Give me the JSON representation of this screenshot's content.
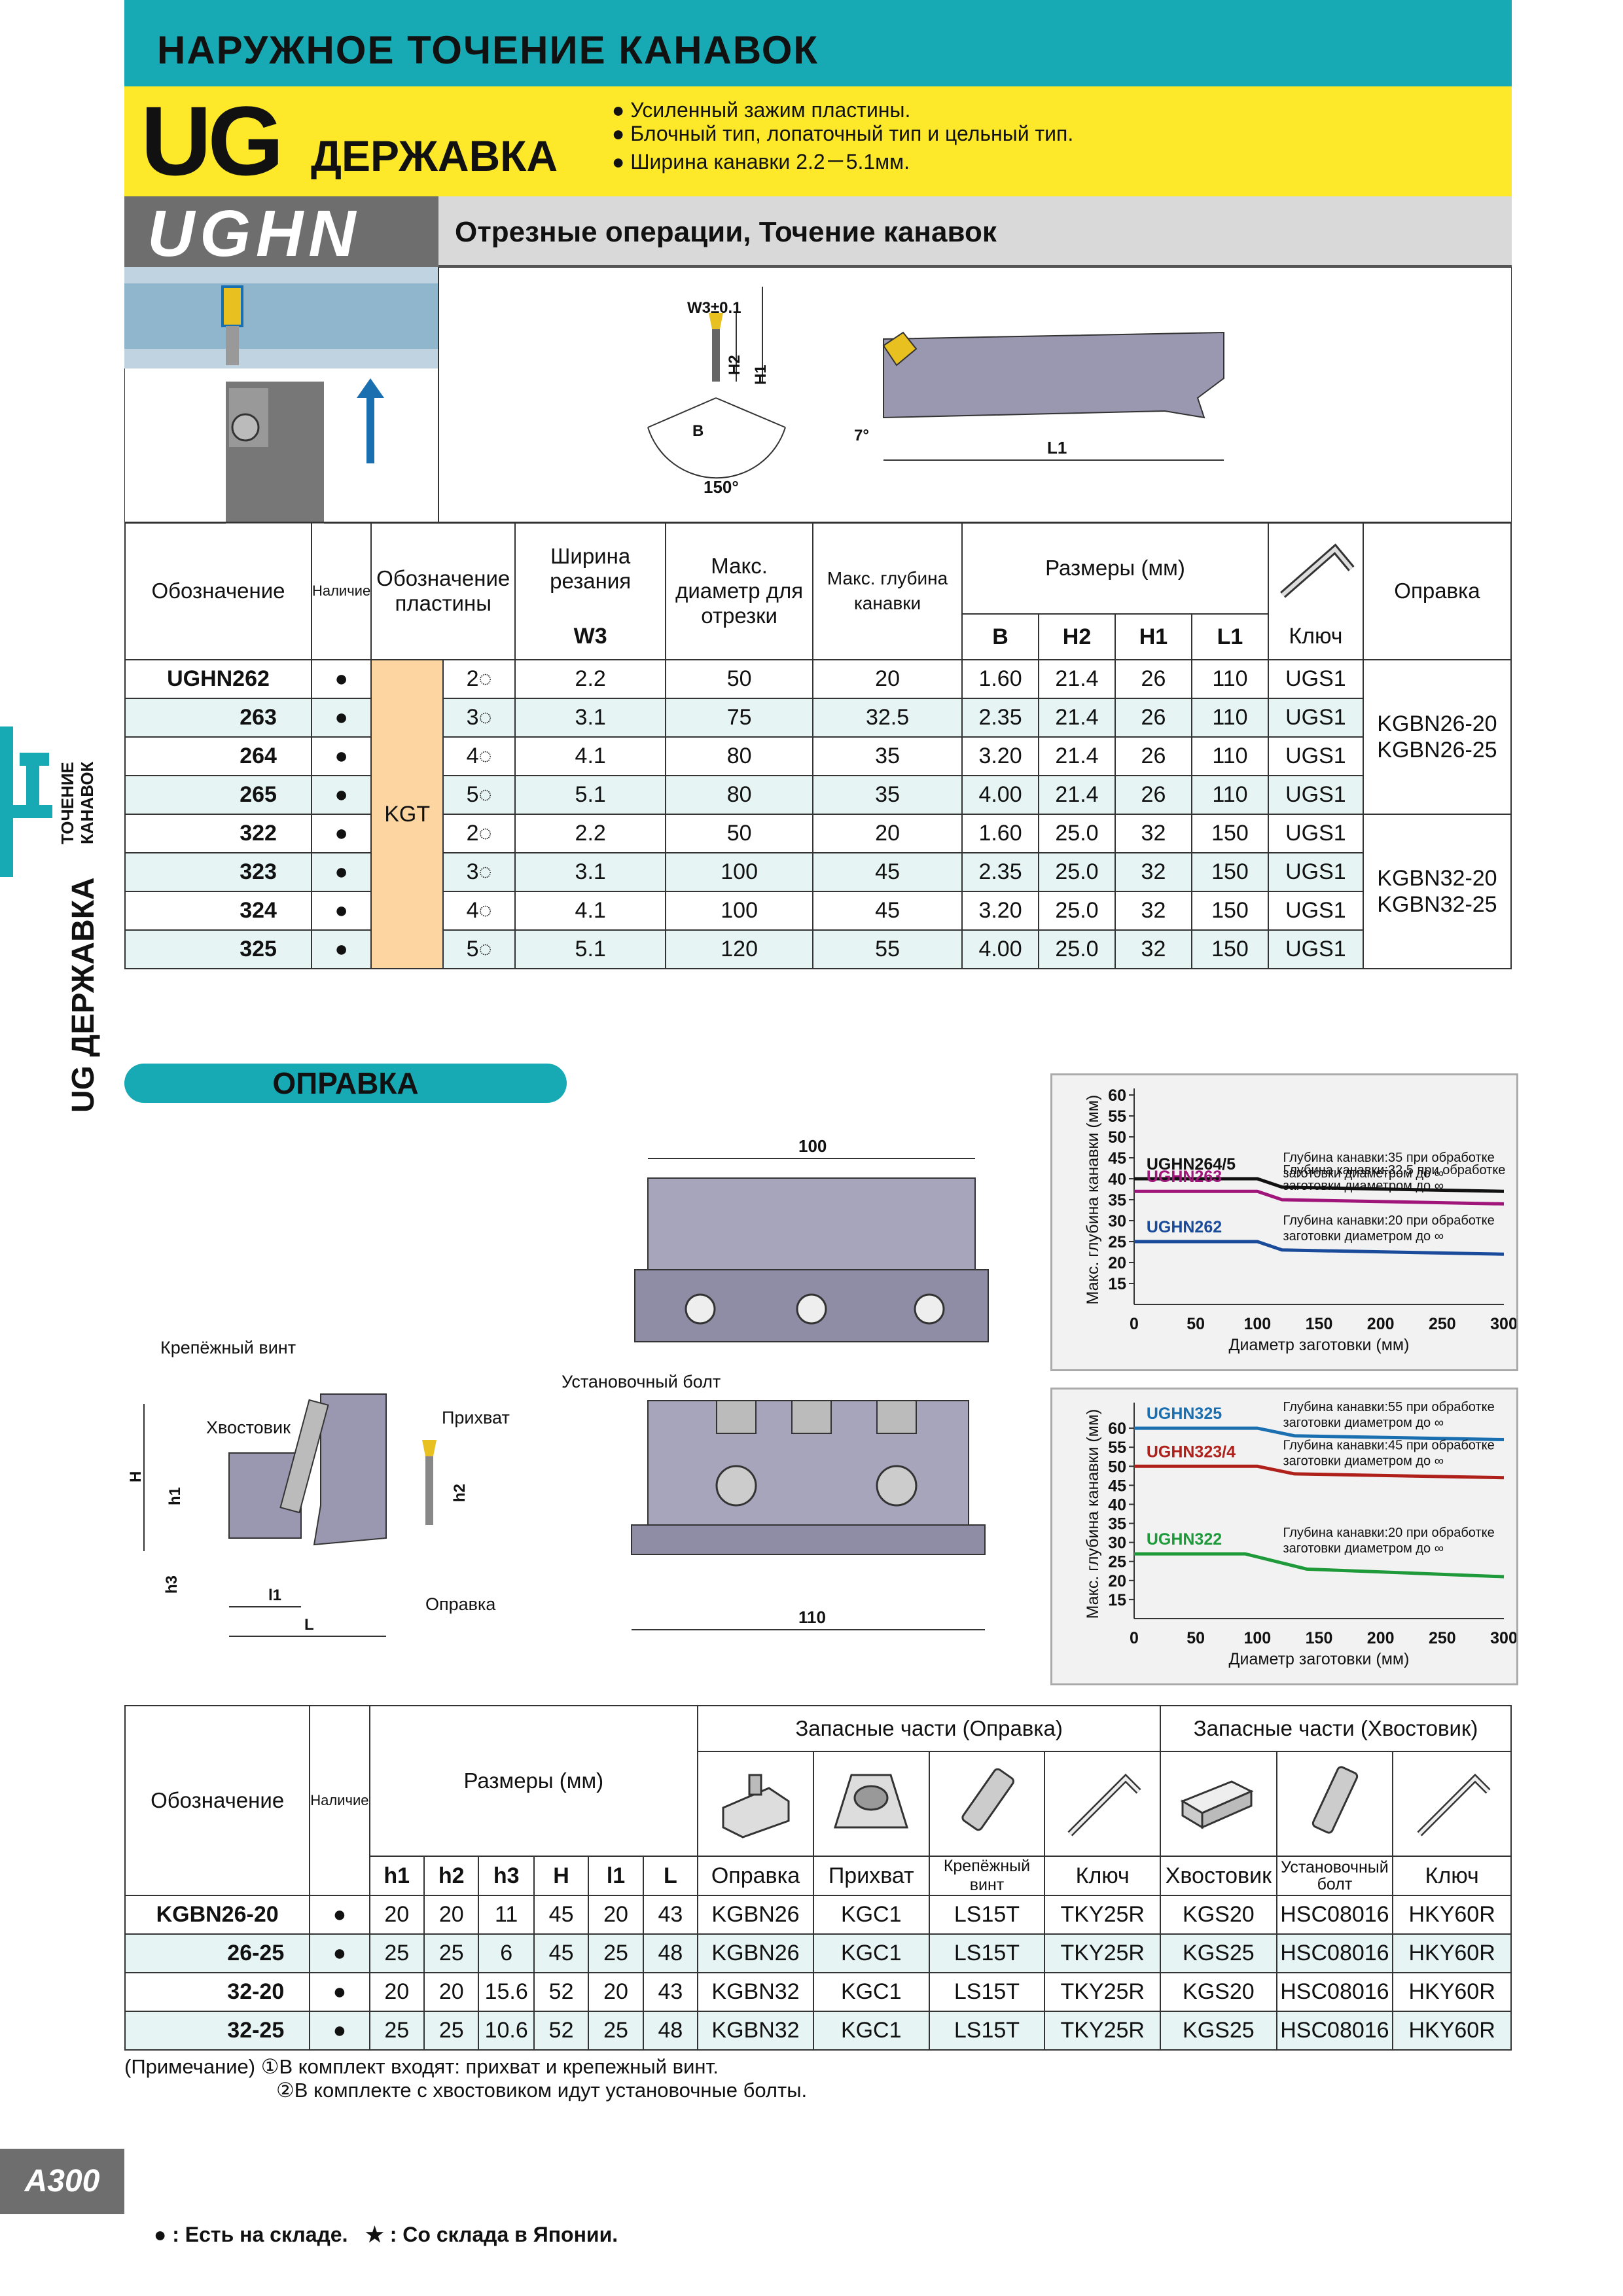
{
  "header": {
    "title": "НАРУЖНОЕ ТОЧЕНИЕ КАНАВОК",
    "ug": "UG",
    "ug_sub": "ДЕРЖАВКА",
    "bullets": [
      "Усиленный зажим пластины.",
      "Блочный тип, лопаточный тип и цельный тип.",
      "Ширина канавки 2.2－5.1мм."
    ],
    "series": "UGHN",
    "desc": "Отрезные операции, Точение канавок"
  },
  "side": {
    "tab1": "ТОЧЕНИЕ КАНАВОК",
    "tab2": "UG ДЕРЖАВКА"
  },
  "fig1": {
    "w3": "W3±0.1",
    "h2": "H2",
    "h1": "H1",
    "b": "B",
    "angle150": "150°",
    "angle7": "7°",
    "l1": "L1"
  },
  "table1": {
    "headers": {
      "designation": "Обозначение",
      "stock": "Наличие",
      "insert": "Обозначение пластины",
      "width": "Ширина резания",
      "w3": "W3",
      "maxdia": "Макс. диаметр для отрезки",
      "maxdepth": "Макс. глубина канавки",
      "dims": "Размеры (мм)",
      "b": "B",
      "h2": "H2",
      "h1": "H1",
      "l1": "L1",
      "key": "Ключ",
      "holder": "Оправка"
    },
    "insert_type": "KGT",
    "rows": [
      {
        "d": "UGHN262",
        "s": "●",
        "i": "2◌",
        "w": "2.2",
        "md": "50",
        "mg": "20",
        "b": "1.60",
        "h2": "21.4",
        "h1": "26",
        "l1": "110",
        "k": "UGS1"
      },
      {
        "d": "263",
        "s": "●",
        "i": "3◌",
        "w": "3.1",
        "md": "75",
        "mg": "32.5",
        "b": "2.35",
        "h2": "21.4",
        "h1": "26",
        "l1": "110",
        "k": "UGS1"
      },
      {
        "d": "264",
        "s": "●",
        "i": "4◌",
        "w": "4.1",
        "md": "80",
        "mg": "35",
        "b": "3.20",
        "h2": "21.4",
        "h1": "26",
        "l1": "110",
        "k": "UGS1"
      },
      {
        "d": "265",
        "s": "●",
        "i": "5◌",
        "w": "5.1",
        "md": "80",
        "mg": "35",
        "b": "4.00",
        "h2": "21.4",
        "h1": "26",
        "l1": "110",
        "k": "UGS1"
      },
      {
        "d": "322",
        "s": "●",
        "i": "2◌",
        "w": "2.2",
        "md": "50",
        "mg": "20",
        "b": "1.60",
        "h2": "25.0",
        "h1": "32",
        "l1": "150",
        "k": "UGS1"
      },
      {
        "d": "323",
        "s": "●",
        "i": "3◌",
        "w": "3.1",
        "md": "100",
        "mg": "45",
        "b": "2.35",
        "h2": "25.0",
        "h1": "32",
        "l1": "150",
        "k": "UGS1"
      },
      {
        "d": "324",
        "s": "●",
        "i": "4◌",
        "w": "4.1",
        "md": "100",
        "mg": "45",
        "b": "3.20",
        "h2": "25.0",
        "h1": "32",
        "l1": "150",
        "k": "UGS1"
      },
      {
        "d": "325",
        "s": "●",
        "i": "5◌",
        "w": "5.1",
        "md": "120",
        "mg": "55",
        "b": "4.00",
        "h2": "25.0",
        "h1": "32",
        "l1": "150",
        "k": "UGS1"
      }
    ],
    "holder1": "KGBN26-20\nKGBN26-25",
    "holder2": "KGBN32-20\nKGBN32-25"
  },
  "oprav": {
    "title": "ОПРАВКА",
    "screw": "Крепёжный винт",
    "shank": "Хвостовик",
    "clamp": "Прихват",
    "holder": "Оправка",
    "bolt": "Установочный болт",
    "H": "H",
    "h1": "h1",
    "h2": "h2",
    "h3": "h3",
    "l1": "l1",
    "L": "L",
    "d100": "100",
    "d110": "110"
  },
  "chart_data": [
    {
      "type": "line",
      "ylabel": "Макс. глубина канавки (мм)",
      "xlabel": "Диаметр заготовки (мм)",
      "xticks": [
        "0",
        "50",
        "100",
        "150",
        "200",
        "250",
        "300"
      ],
      "yticks": [
        "15",
        "20",
        "25",
        "30",
        "35",
        "40",
        "45",
        "50",
        "55",
        "60"
      ],
      "xlim": [
        0,
        300
      ],
      "ylim": [
        10,
        60
      ],
      "series": [
        {
          "name": "UGHN264/5",
          "color": "#111111",
          "x": [
            0,
            100,
            120,
            300
          ],
          "y": [
            40,
            40,
            38,
            37
          ],
          "note": "Глубина канавки:35 при обработке заготовки диаметром до ∞"
        },
        {
          "name": "UGHN263",
          "color": "#a0157a",
          "x": [
            0,
            100,
            120,
            300
          ],
          "y": [
            37,
            37,
            35,
            34
          ],
          "note": "Глубина канавки:32.5 при обработке заготовки диаметром до ∞"
        },
        {
          "name": "UGHN262",
          "color": "#1a4a9a",
          "x": [
            0,
            100,
            120,
            300
          ],
          "y": [
            25,
            25,
            23,
            22
          ],
          "note": "Глубина канавки:20 при обработке заготовки диаметром до ∞"
        }
      ]
    },
    {
      "type": "line",
      "ylabel": "Макс. глубина канавки (мм)",
      "xlabel": "Диаметр заготовки (мм)",
      "xticks": [
        "0",
        "50",
        "100",
        "150",
        "200",
        "250",
        "300"
      ],
      "yticks": [
        "15",
        "20",
        "25",
        "30",
        "35",
        "40",
        "45",
        "50",
        "55",
        "60"
      ],
      "xlim": [
        0,
        300
      ],
      "ylim": [
        10,
        65
      ],
      "series": [
        {
          "name": "UGHN325",
          "color": "#1a6fb0",
          "x": [
            0,
            100,
            130,
            300
          ],
          "y": [
            60,
            60,
            58,
            57
          ],
          "note": "Глубина канавки:55 при обработке заготовки диаметром до ∞"
        },
        {
          "name": "UGHN323/4",
          "color": "#b0201a",
          "x": [
            0,
            100,
            130,
            300
          ],
          "y": [
            50,
            50,
            48,
            47
          ],
          "note": "Глубина канавки:45 при обработке заготовки диаметром до ∞"
        },
        {
          "name": "UGHN322",
          "color": "#1f9a3a",
          "x": [
            0,
            90,
            140,
            300
          ],
          "y": [
            27,
            27,
            23,
            21
          ],
          "note": "Глубина канавки:20 при обработке заготовки диаметром до ∞"
        }
      ]
    }
  ],
  "table2": {
    "headers": {
      "designation": "Обозначение",
      "stock": "Наличие",
      "dims": "Размеры (мм)",
      "spare_holder": "Запасные части (Оправка)",
      "spare_shank": "Запасные части (Хвостовик)",
      "cols": [
        "h1",
        "h2",
        "h3",
        "H",
        "l1",
        "L"
      ],
      "parts": [
        "Оправка",
        "Прихват",
        "Крепёжный винт",
        "Ключ",
        "Хвостовик",
        "Установочный болт",
        "Ключ"
      ]
    },
    "rows": [
      [
        "KGBN26-20",
        "●",
        "20",
        "20",
        "11",
        "45",
        "20",
        "43",
        "KGBN26",
        "KGC1",
        "LS15T",
        "TKY25R",
        "KGS20",
        "HSC08016",
        "HKY60R"
      ],
      [
        "26-25",
        "●",
        "25",
        "25",
        "6",
        "45",
        "25",
        "48",
        "KGBN26",
        "KGC1",
        "LS15T",
        "TKY25R",
        "KGS25",
        "HSC08016",
        "HKY60R"
      ],
      [
        "32-20",
        "●",
        "20",
        "20",
        "15.6",
        "52",
        "20",
        "43",
        "KGBN32",
        "KGC1",
        "LS15T",
        "TKY25R",
        "KGS20",
        "HSC08016",
        "HKY60R"
      ],
      [
        "32-25",
        "●",
        "25",
        "25",
        "10.6",
        "52",
        "25",
        "48",
        "KGBN32",
        "KGC1",
        "LS15T",
        "TKY25R",
        "KGS25",
        "HSC08016",
        "HKY60R"
      ]
    ]
  },
  "notes": {
    "n1": "(Примечание) ①В комплект входят: прихват и крепежный винт.",
    "n2": "②В комплекте с хвостовиком идут установочные болты."
  },
  "footer": {
    "page": "A300",
    "legend": "● : Есть на складе.   ★ : Со склада в Японии."
  }
}
